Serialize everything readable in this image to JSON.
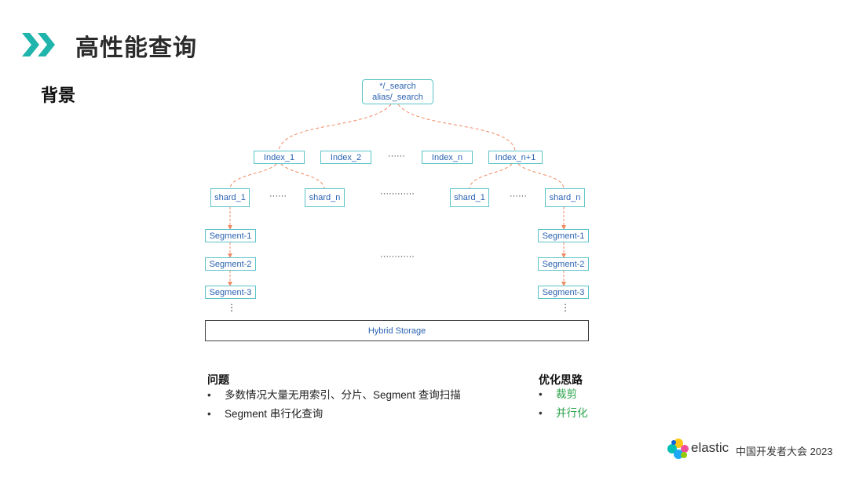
{
  "header": {
    "title": "高性能查询",
    "subtitle": "背景"
  },
  "diagram": {
    "root": {
      "line1": "*/_search",
      "line2": "alias/_search"
    },
    "indices": [
      "Index_1",
      "Index_2",
      "Index_n",
      "Index_n+1"
    ],
    "index_ellipsis": "······",
    "shards_left": [
      "shard_1",
      "shard_n"
    ],
    "shards_right": [
      "shard_1",
      "shard_n"
    ],
    "shard_ellipsis": "······",
    "shard_group_ellipsis": "············",
    "segments_left": [
      "Segment-1",
      "Segment-2",
      "Segment-3"
    ],
    "segments_right": [
      "Segment-1",
      "Segment-2",
      "Segment-3"
    ],
    "segment_group_ellipsis": "············",
    "vertical_ellipsis": "⋮",
    "storage": "Hybrid Storage",
    "colors": {
      "box_border": "#5bc4c9",
      "box_text": "#2a62b0",
      "connector": "#f08a64"
    }
  },
  "problems": {
    "title": "问题",
    "items": [
      "多数情况大量无用索引、分片、Segment 查询扫描",
      "Segment 串行化查询"
    ]
  },
  "optimizations": {
    "title": "优化思路",
    "items": [
      "裁剪",
      "并行化"
    ],
    "color": "#2aa34a"
  },
  "bullet": "•",
  "footer": {
    "brand": "elastic",
    "event": "中国开发者大会 2023"
  }
}
